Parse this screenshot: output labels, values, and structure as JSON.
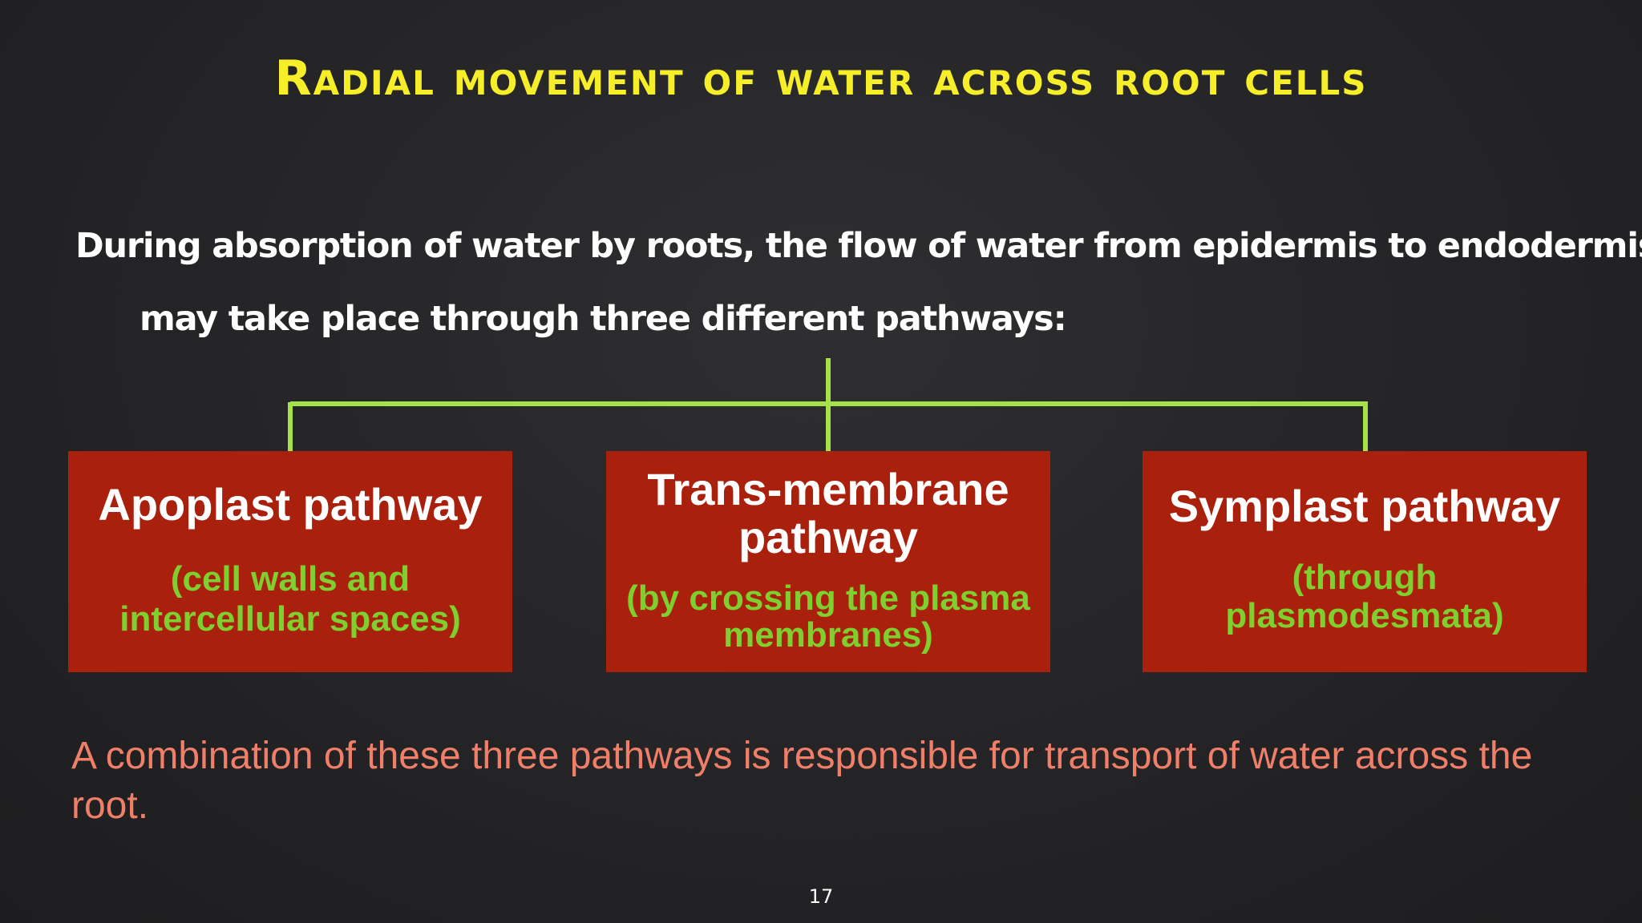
{
  "slide": {
    "title": "Radial movement of water across root cells",
    "intro": {
      "line1": "During absorption of water by roots, the flow of water from epidermis to endodermis",
      "line2": "may take place through three different pathways:"
    },
    "pathways": [
      {
        "heading": "Apoplast pathway",
        "detail_line1": "(cell walls and",
        "detail_line2": "intercellular spaces)"
      },
      {
        "heading_line1": "Trans-membrane",
        "heading_line2": "pathway",
        "detail_line1": "(by crossing the plasma",
        "detail_line2": "membranes)"
      },
      {
        "heading": "Symplast pathway",
        "detail_line1": "(through",
        "detail_line2": "plasmodesmata)"
      }
    ],
    "conclusion": "A combination of these three pathways is responsible for transport of water across the root.",
    "page_number": "17",
    "colors": {
      "title": "#f7ee2a",
      "box_fill": "#a9200d",
      "box_heading": "#ffffff",
      "box_detail": "#7fd02e",
      "connector": "#a6e04a",
      "conclusion": "#f07f69"
    }
  }
}
